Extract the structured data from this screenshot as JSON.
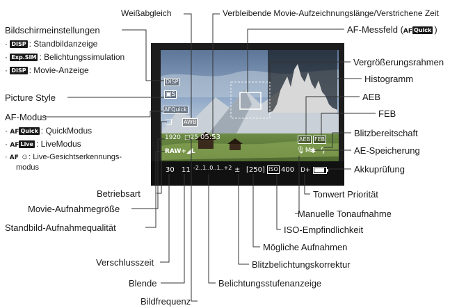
{
  "labels": {
    "weissabgleich": "Weißabgleich",
    "movie_zeit": "Verbleibende Movie-Aufzeichnungslänge/Verstrichene Zeit",
    "bildschirm": "Bildschirmeinstellungen",
    "standbild_chip": "DISP",
    "standbild": ": Standbildanzeige",
    "belicht_chip": "Exp.SIM",
    "belicht": ": Belichtungssimulation",
    "movie_chip": "DISP",
    "movie": ": Movie-Anzeige",
    "picture_style": "Picture Style",
    "af_modus": "AF-Modus",
    "af_prefix": "AF",
    "quick_chip": "Quick",
    "quick": ": QuickModus",
    "live_chip": "Live",
    "live": ": LiveModus",
    "face_chip": "☺",
    "face_line1": ": Live-Gesichtserkennungs-",
    "face_line2": "modus",
    "betriebsart": "Betriebsart",
    "movie_groesse": "Movie-Aufnahmegröße",
    "standbild_qual": "Standbild-Aufnahmequalität",
    "verschlusszeit": "Verschlusszeit",
    "blende": "Blende",
    "bildfrequenz": "Bildfrequenz",
    "af_messfeld": "AF-Messfeld (",
    "af_messfeld_chip": "Quick",
    "af_messfeld_end": ")",
    "vergroesserung": "Vergrößerungsrahmen",
    "histogramm": "Histogramm",
    "aeb": "AEB",
    "feb": "FEB",
    "blitzbereit": "Blitzbereitschaft",
    "ae_speicher": "AE-Speicherung",
    "akku": "Akkuprüfung",
    "tonwert": "Tonwert Priorität",
    "ton": "Manuelle Tonaufnahme",
    "iso": "ISO-Empfindlichkeit",
    "moegliche": "Mögliche Aufnahmen",
    "blitzkorr": "Blitzbelichtungskorrektur",
    "belichtungsstufen": "Belichtungsstufenanzeige"
  },
  "screen": {
    "disp": "DISP",
    "style": "S",
    "af_quick": "AFQuick",
    "awb": "AWB",
    "movie_size": "1920",
    "frame_rate": "25",
    "movie_time": "05:53",
    "quality": "RAW+◢L",
    "shutter": "30",
    "aperture": "11",
    "scale": "-2..1..0..1..+2",
    "flash_comp": "±",
    "shots": "[250]",
    "iso_icon": "ISO",
    "iso": "400",
    "d_plus": "D+",
    "aeb_box": "AEB",
    "feb_box": "FEB",
    "mic": "M",
    "ae_lock": "✱",
    "flash": "ϟ"
  },
  "colors": {
    "sky": "#8aa3c4",
    "mountain": "#d6dbe0",
    "field": "#5d7b3a",
    "histogram": "#cfcfcf"
  }
}
